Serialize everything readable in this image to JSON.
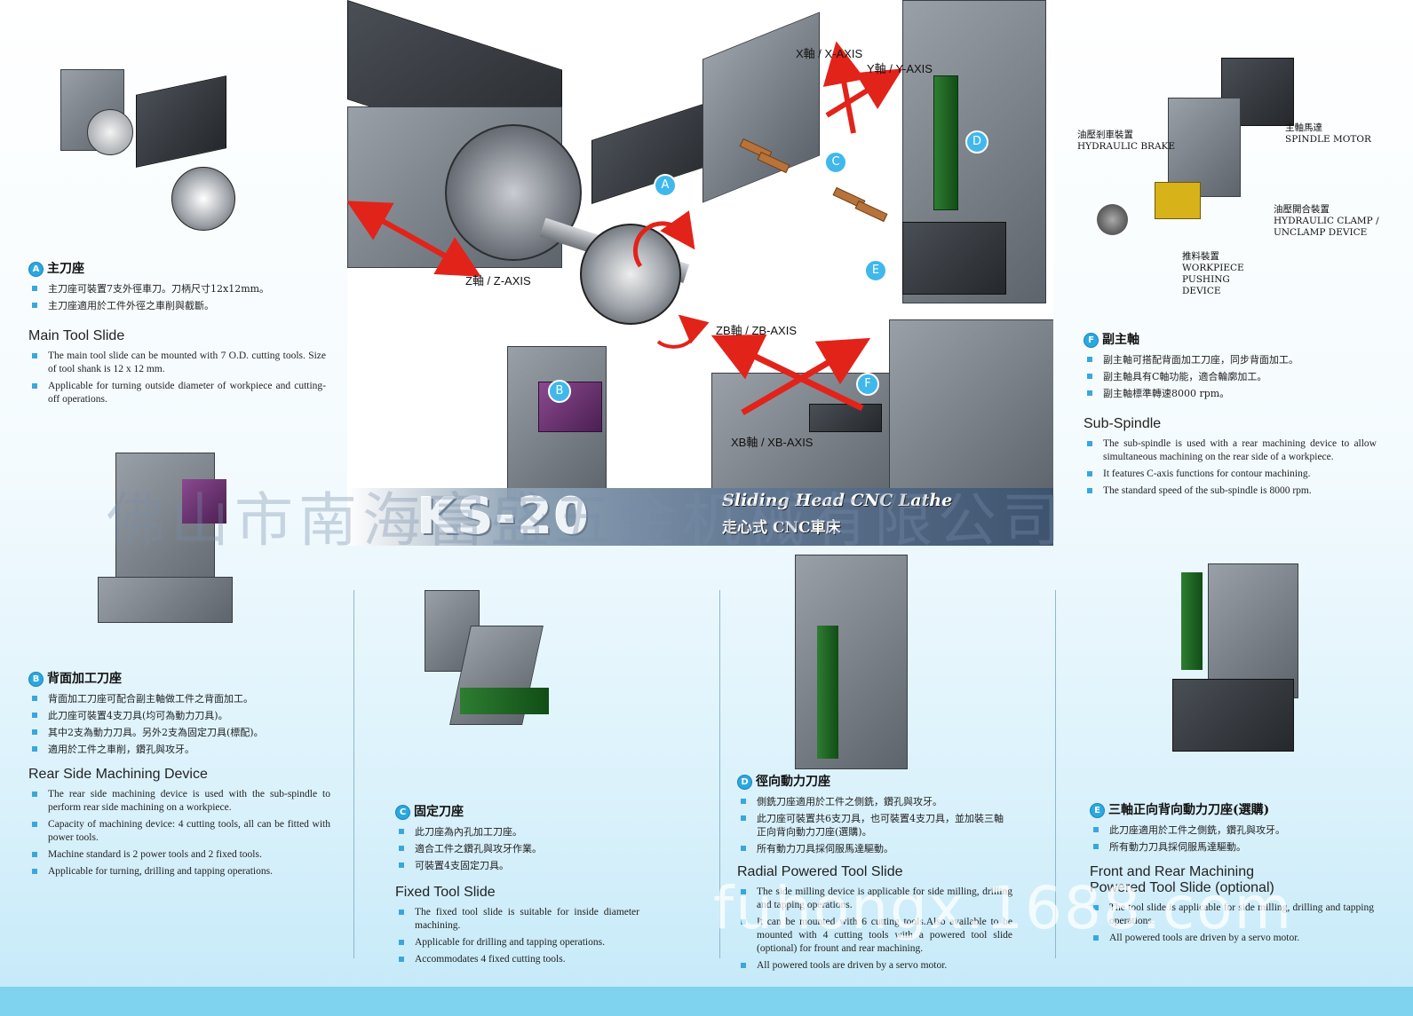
{
  "hero": {
    "model": "KS-20",
    "subtitle_en": "Sliding Head  CNC Lathe",
    "subtitle_zh": "走心式 CNC車床",
    "axes": {
      "x": "X軸 / X-AXIS",
      "y": "Y軸 / Y-AXIS",
      "z": "Z軸 / Z-AXIS",
      "zb": "ZB軸 / ZB-AXIS",
      "xb": "XB軸 / XB-AXIS"
    },
    "badges": [
      "A",
      "B",
      "C",
      "D",
      "E",
      "F"
    ]
  },
  "watermarks": {
    "company": "佛山市南海富盛五金机械有限公司",
    "site": "fuhongx.1688.com"
  },
  "spindle_callouts": {
    "brake_zh": "油壓剎車裝置",
    "brake_en": "HYDRAULIC BRAKE",
    "motor_zh": "主軸馬達",
    "motor_en": "SPINDLE MOTOR",
    "clamp_zh": "油壓開合裝置",
    "clamp_en_1": "HYDRAULIC CLAMP /",
    "clamp_en_2": "UNCLAMP DEVICE",
    "push_zh": "推料裝置",
    "push_en_1": "WORKPIECE",
    "push_en_2": "PUSHING",
    "push_en_3": "DEVICE"
  },
  "sections": {
    "a": {
      "badge": "A",
      "title_zh": "主刀座",
      "items_zh": [
        "主刀座可裝置7支外徑車刀。刀柄尺寸12x12mm。",
        "主刀座適用於工件外徑之車削與截斷。"
      ],
      "title_en": "Main Tool Slide",
      "items_en": [
        "The main tool slide can be mounted with 7 O.D. cutting tools. Size of tool shank is 12 x 12 mm.",
        "Applicable for turning outside diameter of workpiece and cutting-off operations."
      ]
    },
    "b": {
      "badge": "B",
      "title_zh": "背面加工刀座",
      "items_zh": [
        "背面加工刀座可配合副主軸做工件之背面加工。",
        "此刀座可裝置4支刀具(均可為動力刀具)。",
        "其中2支為動力刀具。另外2支為固定刀具(標配)。",
        "適用於工件之車削，鑽孔與攻牙。"
      ],
      "title_en": "Rear Side Machining Device",
      "items_en": [
        "The rear side machining device is used with the sub-spindle to perform rear side machining on a workpiece.",
        "Capacity of machining device: 4 cutting tools, all can be fitted with power tools.",
        "Machine standard is 2 power tools and 2 fixed tools.",
        "Applicable for turning, drilling and tapping operations."
      ]
    },
    "c": {
      "badge": "C",
      "title_zh": "固定刀座",
      "items_zh": [
        "此刀座為內孔加工刀座。",
        "適合工件之鑽孔與攻牙作業。",
        "可裝置4支固定刀具。"
      ],
      "title_en": "Fixed Tool Slide",
      "items_en": [
        "The fixed tool slide is suitable for inside diameter machining.",
        "Applicable for drilling and tapping operations.",
        "Accommodates 4 fixed cutting tools."
      ]
    },
    "d": {
      "badge": "D",
      "title_zh": "徑向動力刀座",
      "items_zh": [
        "側銑刀座適用於工件之側銑，鑽孔與攻牙。",
        "此刀座可裝置共6支刀具，也可裝置4支刀具，並加裝三軸正向背向動力刀座(選購)。",
        "所有動力刀具採伺服馬達驅動。"
      ],
      "title_en": "Radial Powered Tool Slide",
      "items_en": [
        "The side milling device is applicable for side milling, drilling and tapping operations.",
        "It can be mounted with 6 cutting tools.Also available to be mounted with 4 cutting tools with a powered tool slide (optional) for frount and rear machining.",
        "All powered tools are driven by a servo motor."
      ]
    },
    "e": {
      "badge": "E",
      "title_zh": "三軸正向背向動力刀座(選購)",
      "items_zh": [
        "此刀座適用於工件之側銑，鑽孔與攻牙。",
        "所有動力刀具採伺服馬達驅動。"
      ],
      "title_en": "Front and Rear Machining Powered Tool Slide (optional)",
      "items_en": [
        "The tool slide is applicable for side milling, drilling and tapping operations.",
        "All powered tools are driven by a servo motor."
      ]
    },
    "f": {
      "badge": "F",
      "title_zh": "副主軸",
      "items_zh": [
        "副主軸可搭配背面加工刀座，同步背面加工。",
        "副主軸具有C軸功能，適合輪廓加工。",
        "副主軸標準轉速8000 rpm。"
      ],
      "title_en": "Sub-Spindle",
      "items_en": [
        "The sub-spindle is used with a rear machining device to allow simultaneous machining on the rear side of a workpiece.",
        "It features C-axis functions for contour machining.",
        "The standard speed of the sub-spindle is 8000 rpm."
      ]
    }
  },
  "colors": {
    "accent": "#2aa8e0",
    "arrow": "#e2231a",
    "bullet": "#3aa7dc",
    "bottom_bar": "#7fd3ef"
  }
}
